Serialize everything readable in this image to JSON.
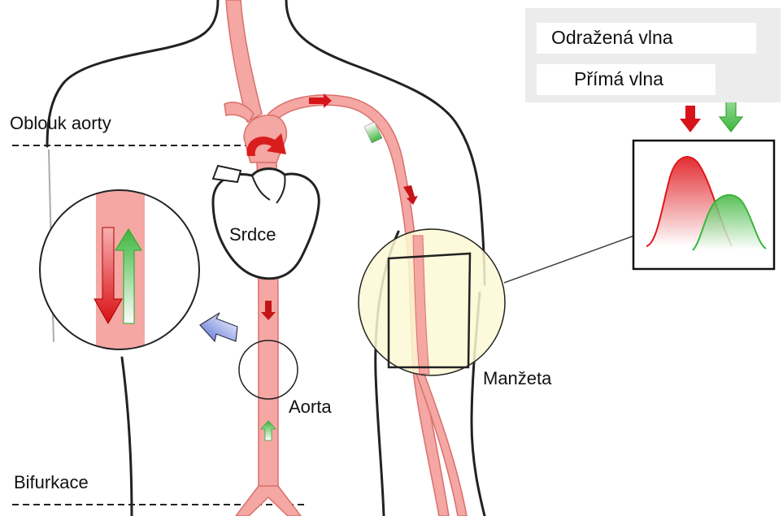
{
  "labels": {
    "oblouk_aorty": "Oblouk aorty",
    "srdce": "Srdce",
    "aorta": "Aorta",
    "manzeta": "Manžeta",
    "bifurkace": "Bifurkace"
  },
  "legend": {
    "reflected_wave": "Odražená vlna",
    "direct_wave": "Přímá vlna"
  },
  "colors": {
    "vessel": "#f4a7a3",
    "vessel_outline": "#d9706c",
    "reflected_wave": "#dd1111",
    "direct_wave": "#33aa33",
    "cuff_fill": "#fbf9d3",
    "legend_panel": "#ececec"
  }
}
